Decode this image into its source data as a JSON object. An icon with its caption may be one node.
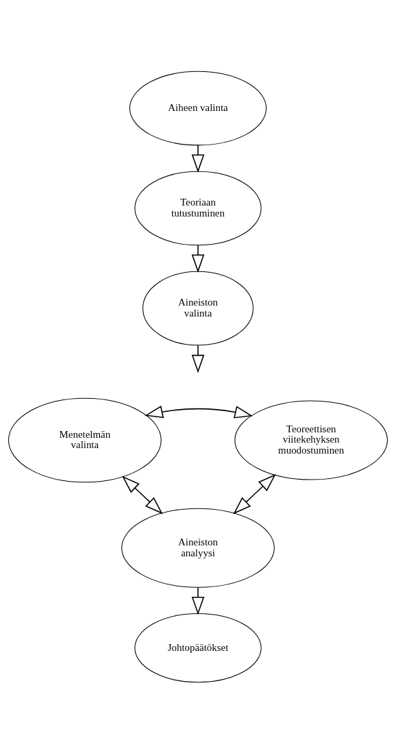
{
  "diagram": {
    "nodes": [
      {
        "text": [
          "Aiheen valinta"
        ]
      },
      {
        "text": [
          "Teoriaan tutustuminen"
        ]
      },
      {
        "text": [
          "Aineiston valinta"
        ]
      },
      {
        "text": [
          "Teoreettisen viitekehyksen muodostuminen"
        ]
      },
      {
        "text": [
          "Menetelmän valinta"
        ]
      },
      {
        "text": [
          "Aineiston analyysi"
        ]
      },
      {
        "text": [
          "Johtopäätökset"
        ]
      }
    ],
    "edges": [
      {
        "from": 0,
        "to": 1,
        "arrow": "to"
      },
      {
        "from": 1,
        "to": 2,
        "arrow": "to"
      },
      {
        "from": 2,
        "to": null,
        "arrow": "to"
      },
      {
        "from": 4,
        "to": 3,
        "arrow": "both"
      },
      {
        "from": 4,
        "to": 5,
        "arrow": "both"
      },
      {
        "from": 3,
        "to": 5,
        "arrow": "both"
      },
      {
        "from": 5,
        "to": 6,
        "arrow": "to"
      }
    ]
  }
}
